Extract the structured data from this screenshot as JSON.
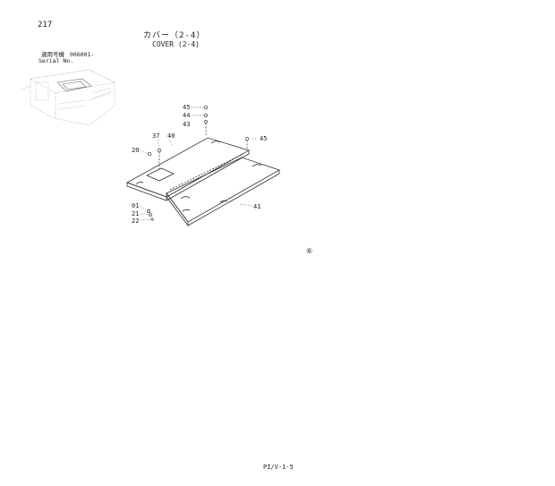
{
  "header": {
    "page_number": "217",
    "title_jp": "カバー（2-4）",
    "title_en": "COVER (2-4)"
  },
  "serial": {
    "label_jp": "適用号機",
    "number": "006001-",
    "label_en": "Serial No."
  },
  "callouts": {
    "c45a": "45",
    "c44": "44",
    "c43": "43",
    "c45b": "45",
    "c37": "37",
    "c40": "40",
    "c20": "20",
    "c01": "01",
    "c21": "21",
    "c22": "22",
    "c41": "41"
  },
  "symbol": "⑥",
  "footer": "PI/V-1-5"
}
